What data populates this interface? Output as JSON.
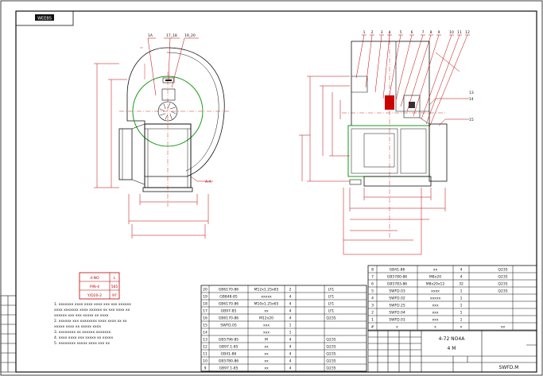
{
  "drawing": {
    "stamp": "WEEBS",
    "drawing_no": "SWFD.M",
    "model": "4-72 NO4A",
    "model_sub": "4 M"
  },
  "callouts_front": [
    "1A",
    "17_18",
    "19_20"
  ],
  "callouts_side": [
    "1",
    "2",
    "3",
    "4",
    "5",
    "6",
    "7",
    "8",
    "9",
    "10",
    "11",
    "12",
    "13",
    "14",
    "15"
  ],
  "section_label": "A-A",
  "spec_table": [
    {
      "c1": "4-NO",
      "c2": "L"
    },
    {
      "c1": "P/N-4",
      "c2": "565"
    },
    {
      "c1": "Y/D20-2",
      "c2": "97"
    }
  ],
  "notes": [
    "1. xxxxxxx xxxx xxxx xxxx xxx xxx xxxxxx",
    "xxxx xxxxxxx xxxx xxxxxx xx xxx xxxx xx",
    "xxxxxx xxx xxx xxxxx xx xxxx",
    "2. xxxxxx xxx xxxxxxxx xxxx xxxx xx xx",
    "xxxxx xxxx xx xxxxx xxxx",
    "3. xxxxxxxx xx xxxxxx xxxxxxx",
    "4. xxxx xxxx xxx xxxxx xx xxxxx",
    "5. xxxxxxxx xxxxx xxxx xxx xx"
  ],
  "bom_left": [
    {
      "no": "20",
      "code": "GB6170-86",
      "name": "M12x1.25x65",
      "qty": "2",
      "mat": "LY1"
    },
    {
      "no": "19",
      "code": "GB848-85",
      "name": "xxxxx",
      "qty": "4",
      "mat": "LY1"
    },
    {
      "no": "18",
      "code": "GB6170-86",
      "name": "M10x1.25x65",
      "qty": "4",
      "mat": "LY1"
    },
    {
      "no": "17",
      "code": "GB97-85",
      "name": "xx",
      "qty": "4",
      "mat": "LY1"
    },
    {
      "no": "16",
      "code": "GB6170-86",
      "name": "M12x20",
      "qty": "4",
      "mat": "Q235"
    },
    {
      "no": "15",
      "code": "SWFD.05",
      "name": "xxx",
      "qty": "1",
      "mat": ""
    },
    {
      "no": "14",
      "code": "",
      "name": "xxx",
      "qty": "1",
      "mat": ""
    },
    {
      "no": "13",
      "code": "GB5796-85",
      "name": "M",
      "qty": "4",
      "mat": "Q235"
    },
    {
      "no": "12",
      "code": "GB97.1-85",
      "name": "xx",
      "qty": "4",
      "mat": "Q235"
    },
    {
      "no": "11",
      "code": "GB41-86",
      "name": "xx",
      "qty": "4",
      "mat": "Q235"
    },
    {
      "no": "10",
      "code": "GB5780-86",
      "name": "xx",
      "qty": "4",
      "mat": "Q235"
    },
    {
      "no": "9",
      "code": "GB97.1-85",
      "name": "xx",
      "qty": "4",
      "mat": "Q235"
    }
  ],
  "bom_right": [
    {
      "no": "8",
      "code": "GB41-86",
      "name": "xx",
      "qty": "4",
      "mat": "Q235"
    },
    {
      "no": "7",
      "code": "GB5780-86",
      "name": "M8x20",
      "qty": "4",
      "mat": "Q235"
    },
    {
      "no": "6",
      "code": "GB5783-86",
      "name": "M8x20x12",
      "qty": "32",
      "mat": "Q235"
    },
    {
      "no": "5",
      "code": "SWFD.03",
      "name": "xxxx",
      "qty": "1",
      "mat": "Q235"
    },
    {
      "no": "4",
      "code": "SWFD.02",
      "name": "xxxxx",
      "qty": "1",
      "mat": ""
    },
    {
      "no": "3",
      "code": "SWFD.25",
      "name": "xxx",
      "qty": "1",
      "mat": ""
    },
    {
      "no": "2",
      "code": "SWFD.04",
      "name": "xxx",
      "qty": "1",
      "mat": ""
    },
    {
      "no": "1",
      "code": "SWFD.01",
      "name": "xxx",
      "qty": "1",
      "mat": ""
    }
  ],
  "bom_header": {
    "no": "#",
    "code": "x",
    "name": "x",
    "qty": "x",
    "mat": "xx"
  }
}
